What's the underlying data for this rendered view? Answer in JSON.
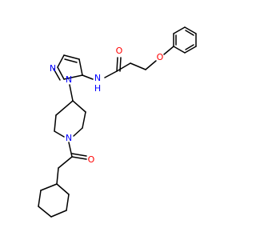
{
  "molecule": {
    "atom_labels": {
      "n_pyrazole_2": "N",
      "n_pyrazole_1": "N",
      "n_amide": "N",
      "h_amide": "H",
      "o_amide": "O",
      "o_ether": "O",
      "n_piperidine": "N",
      "o_ketone": "O"
    },
    "colors": {
      "bond": "#000000",
      "nitrogen": "#0000ff",
      "oxygen": "#ff0000"
    }
  }
}
